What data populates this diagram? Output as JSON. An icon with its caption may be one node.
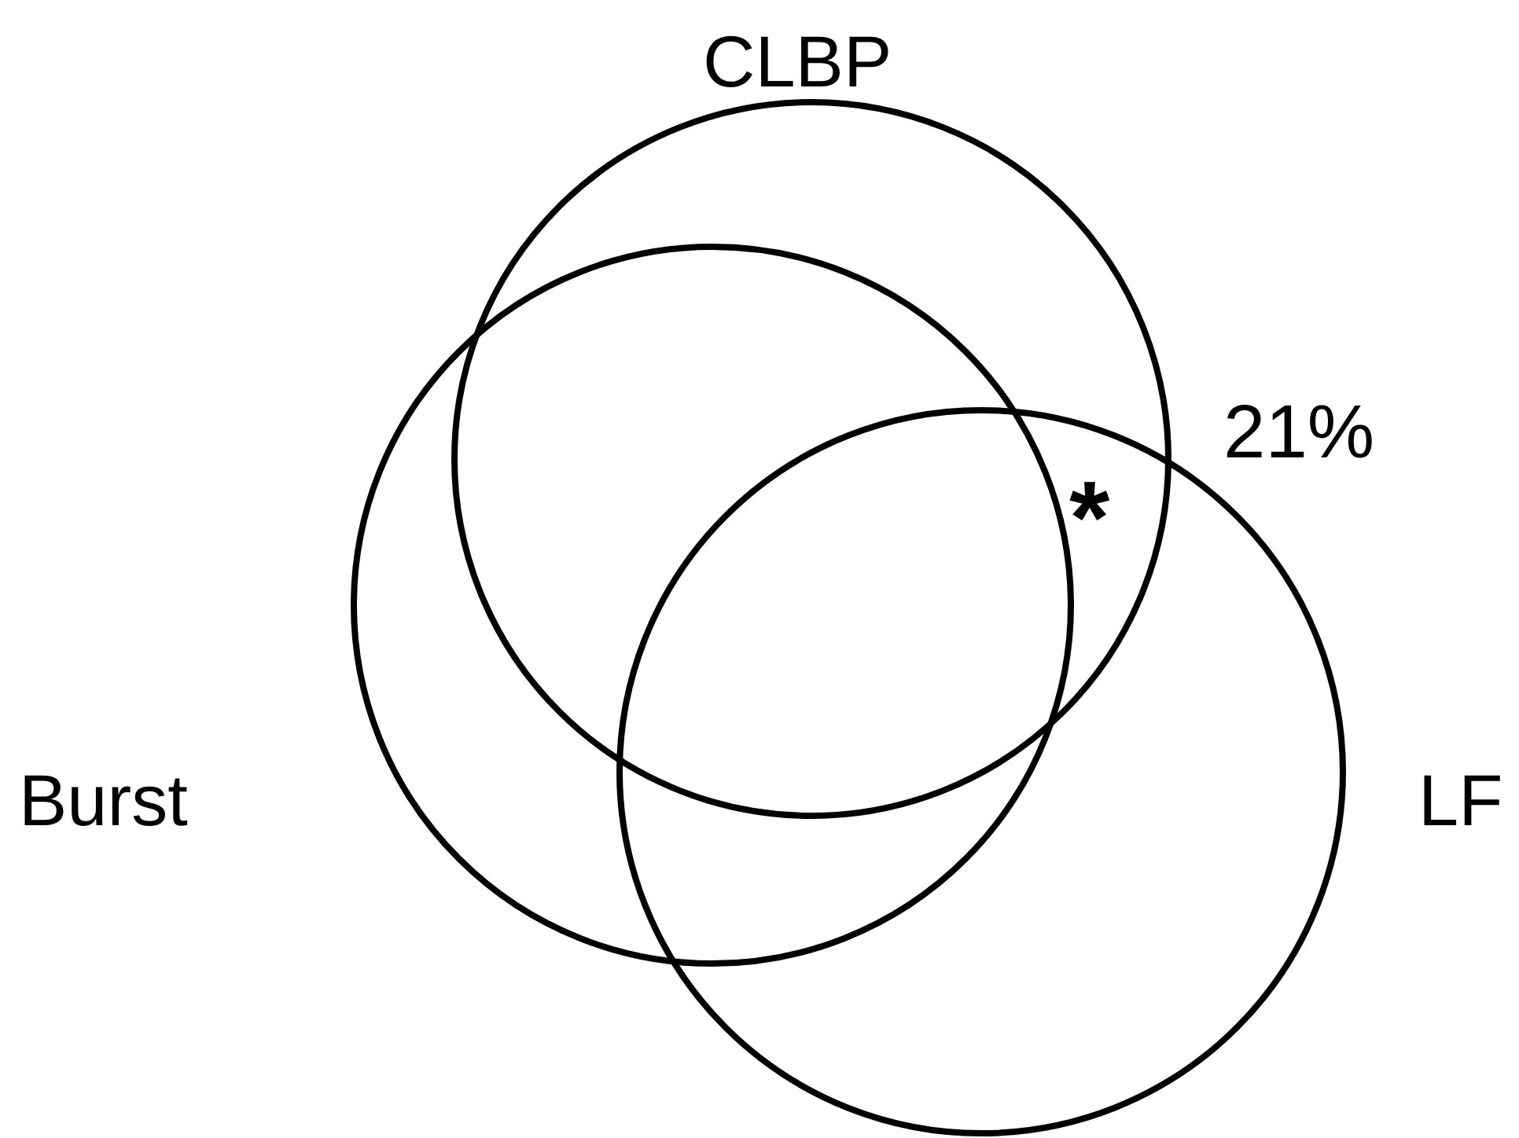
{
  "diagram": {
    "nodes": [
      {
        "text": [
          "CLBP"
        ]
      },
      {
        "text": [
          "Burst"
        ]
      },
      {
        "text": [
          "LF"
        ]
      }
    ],
    "labels": [
      "21%",
      "*"
    ]
  }
}
